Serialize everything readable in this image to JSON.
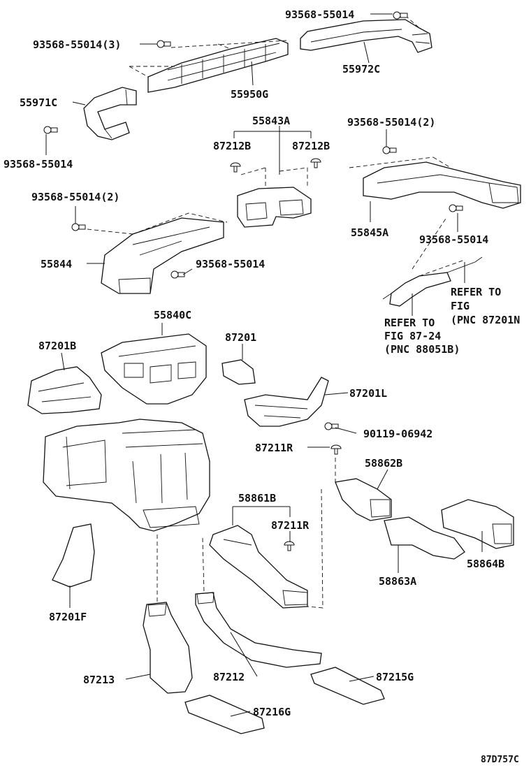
{
  "labels": {
    "bolt_top_right": "93568-55014",
    "bolt_top_left": "93568-55014(3)",
    "duct_55972C": "55972C",
    "duct_55950G": "55950G",
    "duct_55971C": "55971C",
    "bolt_left_1": "93568-55014",
    "duct_55843A": "55843A",
    "clip_87212B_left": "87212B",
    "clip_87212B_right": "87212B",
    "bolt_right_2": "93568-55014(2)",
    "bolt_left_2": "93568-55014(2)",
    "duct_55845A": "55845A",
    "bolt_right_1": "93568-55014",
    "duct_55844": "55844",
    "bolt_center": "93568-55014",
    "refer_a_1": "REFER TO",
    "refer_a_2": "FIG",
    "refer_a_3": "(PNC 87201N",
    "refer_b_1": "REFER TO",
    "refer_b_2": "FIG 87-24",
    "refer_b_3": "(PNC 88051B)",
    "duct_55840C": "55840C",
    "cover_87201B": "87201B",
    "cover_87201": "87201",
    "cover_87201L": "87201L",
    "bolt_90119": "90119-06942",
    "clip_87211R_top": "87211R",
    "duct_58862B": "58862B",
    "duct_58861B": "58861B",
    "clip_87211R_mid": "87211R",
    "duct_58864B": "58864B",
    "duct_58863A": "58863A",
    "cover_87201F": "87201F",
    "duct_87213": "87213",
    "duct_87212": "87212",
    "duct_87215G": "87215G",
    "duct_87216G": "87216G",
    "figure_code": "87D757C"
  }
}
